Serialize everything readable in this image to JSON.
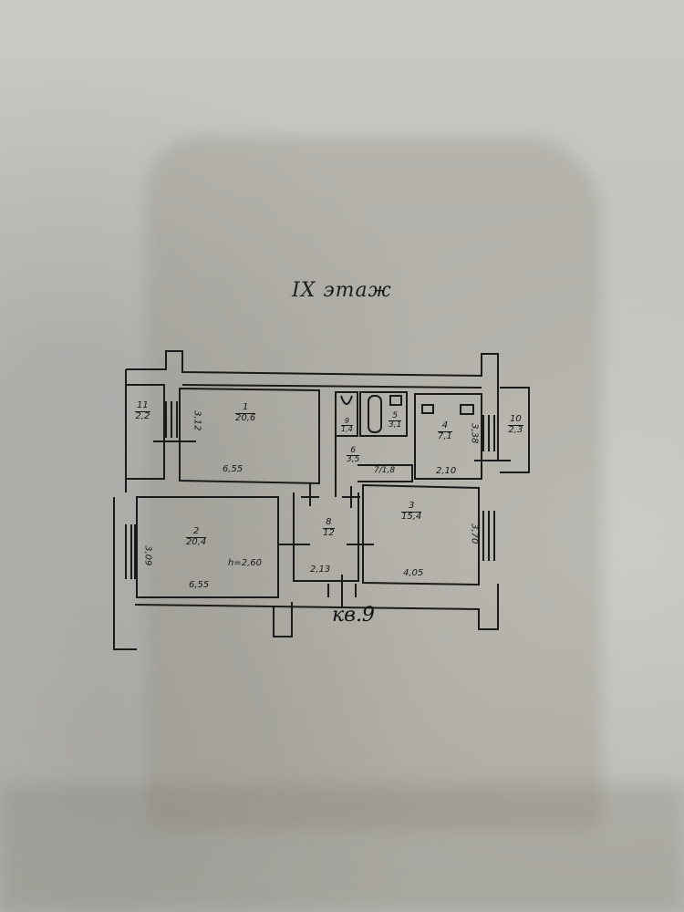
{
  "document": {
    "type": "floor plan (photographed paper)",
    "floor_label": "IX этаж",
    "apartment_label": "кв.9"
  },
  "rooms": [
    {
      "number": "1",
      "area": "20,6",
      "dimension_horizontal": "6,55",
      "dimension_vertical": "3,12"
    },
    {
      "number": "2",
      "area": "20,4",
      "dimension_horizontal": "6,55",
      "dimension_vertical": "3,09",
      "ceiling_height": "h=2,60"
    },
    {
      "number": "3",
      "area": "15,4",
      "dimension_horizontal": "4,05",
      "dimension_vertical": "3,70"
    },
    {
      "number": "4",
      "area": "7,1",
      "dimension_horizontal": "2,10",
      "dimension_vertical": "3,38"
    },
    {
      "number": "5",
      "area": "3,1"
    },
    {
      "number": "6",
      "area": "3,5"
    },
    {
      "number": "7",
      "area": "1,8"
    },
    {
      "number": "8",
      "area": "12",
      "dimension_horizontal": "2,13"
    },
    {
      "number": "9",
      "area": "1,4"
    },
    {
      "number": "10",
      "area": "2,3"
    },
    {
      "number": "11",
      "area": "2,2"
    }
  ],
  "colors": {
    "paper": "#c5c5c1",
    "ink": "#1a1a1a",
    "shadow": "#8c8476"
  }
}
